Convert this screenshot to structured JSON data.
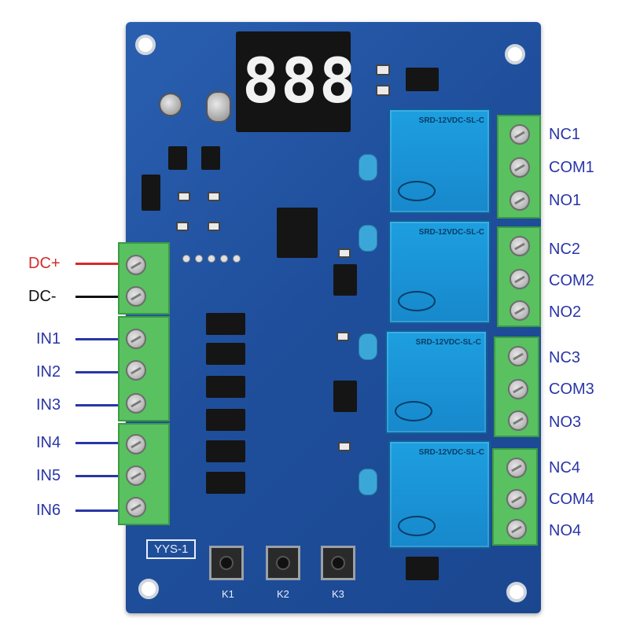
{
  "display": {
    "digits": "888"
  },
  "board_label": "YYS-1",
  "buttons": [
    {
      "label": "K1"
    },
    {
      "label": "K2"
    },
    {
      "label": "K3"
    }
  ],
  "relays": [
    {
      "model": "SRD-12VDC-SL-C"
    },
    {
      "model": "SRD-12VDC-SL-C"
    },
    {
      "model": "SRD-12VDC-SL-C"
    },
    {
      "model": "SRD-12VDC-SL-C"
    }
  ],
  "right_terminals": [
    [
      "NC1",
      "COM1",
      "NO1"
    ],
    [
      "NC2",
      "COM2",
      "NO2"
    ],
    [
      "NC3",
      "COM3",
      "NO3"
    ],
    [
      "NC4",
      "COM4",
      "NO4"
    ]
  ],
  "left_terminals": {
    "power": [
      {
        "label": "DC+",
        "color": "#d62a2a"
      },
      {
        "label": "DC-",
        "color": "#111111"
      }
    ],
    "inputs": [
      "IN1",
      "IN2",
      "IN3",
      "IN4",
      "IN5",
      "IN6"
    ],
    "input_color": "#2a35a8"
  }
}
